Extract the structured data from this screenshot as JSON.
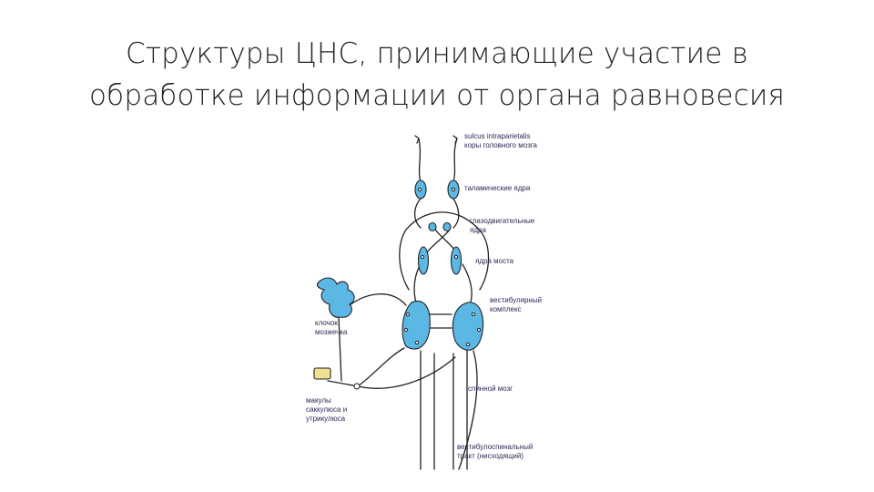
{
  "title": {
    "line1": "Структуры ЦНС, принимающие участие в",
    "line2": "обработке информации от органа равновесия"
  },
  "labels": {
    "cortex_1": "sulcus intraparietalis",
    "cortex_2": "коры головного мозга",
    "thalamic": "таламические ядра",
    "oculomotor_1": "глазодвигательные",
    "oculomotor_2": "ядра",
    "pons": "ядра моста",
    "vestibular_1": "вестибулярный",
    "vestibular_2": "комплекс",
    "flocculus_1": "клочок",
    "flocculus_2": "мозжечка",
    "spinal": "спинной мозг",
    "maculae_1": "макулы",
    "maculae_2": "саккулюса и",
    "maculae_3": "утрикулюса",
    "tract_1": "вестибулоспинальный",
    "tract_2": "тракт (нисходящий)"
  },
  "colors": {
    "nucleus_fill": "#5bb8e4",
    "line": "#222222",
    "label": "#2a2a55"
  }
}
